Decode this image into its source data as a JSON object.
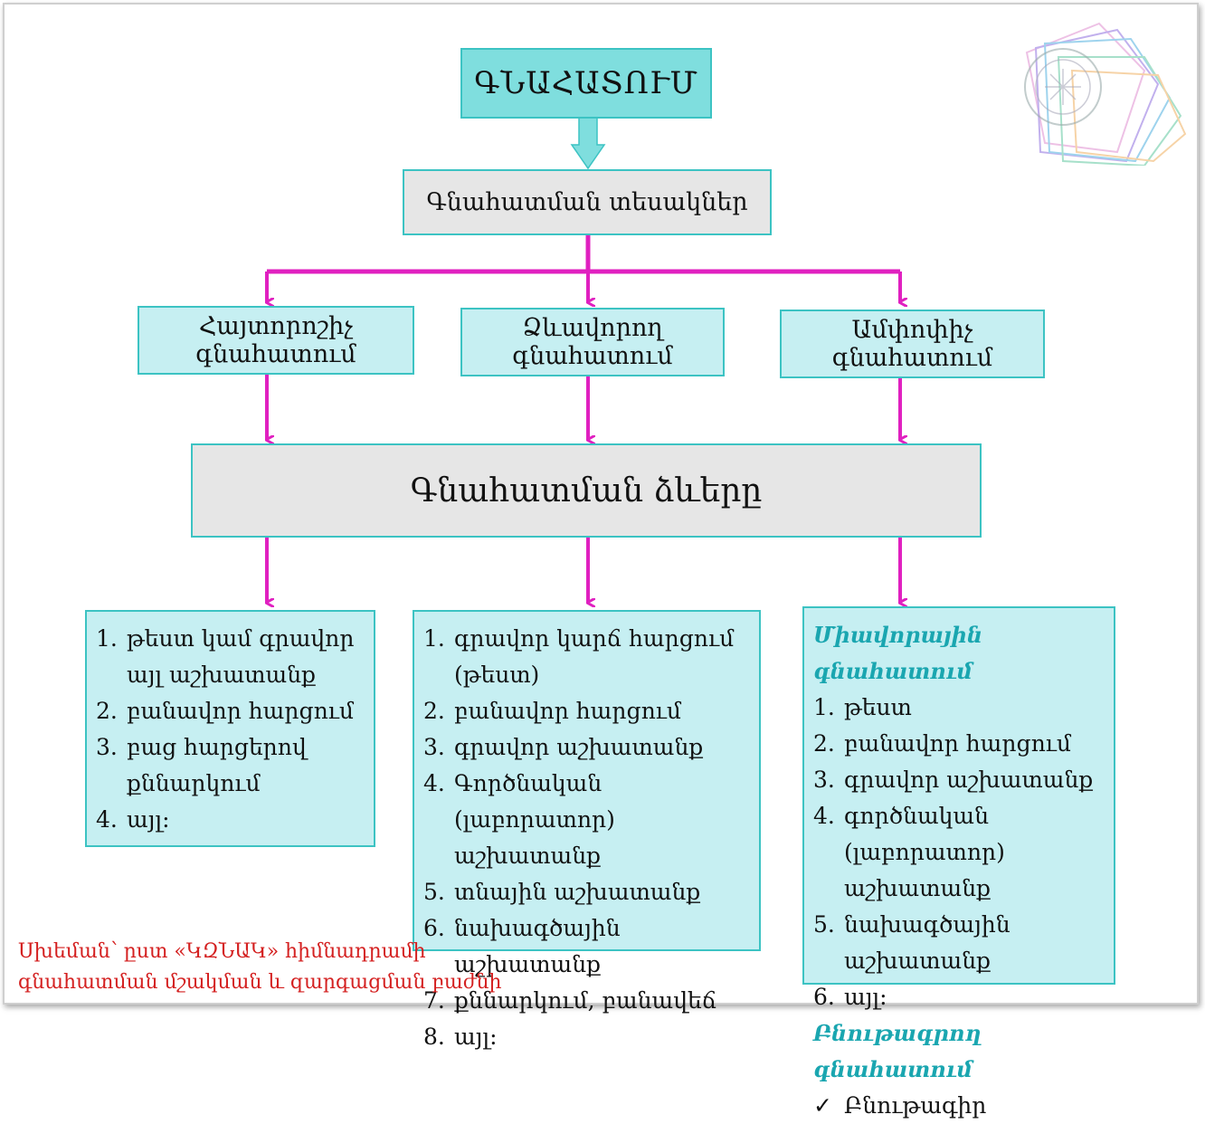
{
  "title": "ԳՆԱՀԱՏՈՒՄ",
  "types_label": "Գնահատման տեսակներ",
  "types": [
    "Հայտորոշիչ գնահատում",
    "Ձևավորող գնահատում",
    "Ամփոփիչ գնահատում"
  ],
  "forms_label": "Գնահատման  ձևերը",
  "col1": {
    "items": [
      "թեստ  կամ գրավոր այլ աշխատանք",
      "բանավոր հարցում",
      "բաց  հարցերով քննարկում",
      "այլ:"
    ]
  },
  "col2": {
    "items": [
      "գրավոր կարճ հարցում (թեստ)",
      "բանավոր հարցում",
      "գրավոր աշխատանք",
      "Գործնական (լաբորատոր) աշխատանք",
      "տնային աշխատանք",
      "նախագծային աշխատանք",
      "քննարկում, բանավեճ",
      "այլ:"
    ]
  },
  "col3": {
    "heading1": "Միավորային գնահատում",
    "items": [
      "թեստ",
      "բանավոր հարցում",
      "գրավոր աշխատանք",
      "գործնական (լաբորատոր) աշխատանք",
      "նախագծային աշխատանք",
      "այլ:"
    ],
    "heading2": "Բնութագրող գնահատում",
    "check_mark": "✓",
    "check_item": "Բնութագիր"
  },
  "note": {
    "line1": "Սխեման՝ ըստ «ԿԶՆԱԿ» հիմնադրամի",
    "line2": "գնահատման մշակման և զարգացման բաժնի"
  },
  "colors": {
    "arrow": "#e020c0",
    "teal_box": "#c6eff2",
    "title_box": "#7fdede",
    "border": "#3cc3c3",
    "note": "#d42020",
    "heading": "#1aa6b0"
  }
}
